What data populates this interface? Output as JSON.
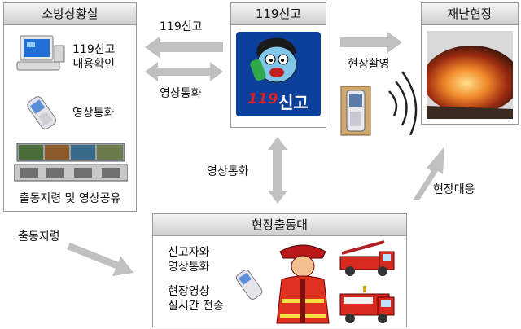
{
  "control_room": {
    "title": "소방상황실",
    "item1": [
      "119신고",
      "내용확인"
    ],
    "item2": "영상통화",
    "item3": "출동지령 및 영상공유"
  },
  "report": {
    "title": "119신고",
    "badge_num": "119",
    "badge_text": "신고"
  },
  "scene": {
    "title": "재난현장"
  },
  "dispatch": {
    "title": "현장출동대",
    "text1": [
      "신고자와",
      "영상통화"
    ],
    "text2": [
      "현장영상",
      "실시간 전송"
    ]
  },
  "arrows": {
    "to_control": "119신고",
    "video_call_top": "영상통화",
    "filming": "현장촬영",
    "video_call_mid": "영상통화",
    "response": "현장대응",
    "order": "출동지령"
  },
  "colors": {
    "arrow": "#c0c0c0",
    "badge_bg": "#0a3f9c",
    "fire": "#d9531e"
  }
}
